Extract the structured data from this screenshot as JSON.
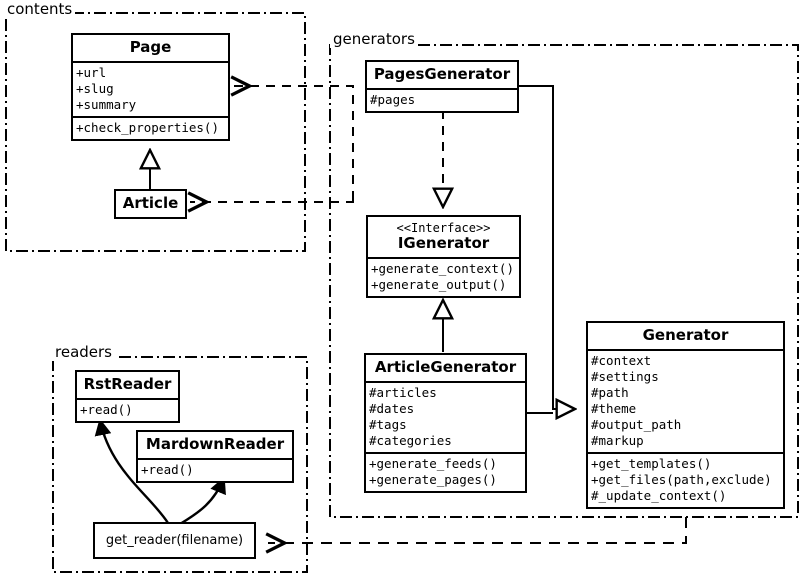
{
  "diagram": {
    "title": "UML class diagram",
    "packages": [
      {
        "id": "contents",
        "label": "contents"
      },
      {
        "id": "generators",
        "label": "generators"
      },
      {
        "id": "readers",
        "label": "readers"
      }
    ],
    "classes": [
      {
        "id": "page",
        "name": "Page",
        "stereotype": "",
        "attributes": [
          "+url",
          "+slug",
          "+summary"
        ],
        "methods": [
          "+check_properties()"
        ]
      },
      {
        "id": "article",
        "name": "Article",
        "stereotype": "",
        "attributes": [],
        "methods": []
      },
      {
        "id": "pages_generator",
        "name": "PagesGenerator",
        "stereotype": "",
        "attributes": [
          "#pages"
        ],
        "methods": []
      },
      {
        "id": "igenerator",
        "name": "IGenerator",
        "stereotype": "<<Interface>>",
        "attributes": [],
        "methods": [
          "+generate_context()",
          "+generate_output()"
        ]
      },
      {
        "id": "article_generator",
        "name": "ArticleGenerator",
        "stereotype": "",
        "attributes": [
          "#articles",
          "#dates",
          "#tags",
          "#categories"
        ],
        "methods": [
          "+generate_feeds()",
          "+generate_pages()"
        ]
      },
      {
        "id": "generator",
        "name": "Generator",
        "stereotype": "",
        "attributes": [
          "#context",
          "#settings",
          "#path",
          "#theme",
          "#output_path",
          "#markup"
        ],
        "methods": [
          "+get_templates()",
          "+get_files(path,exclude)",
          "#_update_context()"
        ]
      },
      {
        "id": "rst_reader",
        "name": "RstReader",
        "stereotype": "",
        "attributes": [],
        "methods": [
          "+read()"
        ]
      },
      {
        "id": "mardown_reader",
        "name": "MardownReader",
        "stereotype": "",
        "attributes": [],
        "methods": [
          "+read()"
        ]
      }
    ],
    "functions": [
      {
        "id": "get_reader",
        "name": "get_reader(filename)"
      }
    ],
    "relationships": [
      {
        "from": "article",
        "to": "page",
        "type": "generalization"
      },
      {
        "from": "pages_generator",
        "to": "igenerator",
        "type": "realization"
      },
      {
        "from": "article_generator",
        "to": "igenerator",
        "type": "generalization"
      },
      {
        "from": "pages_generator",
        "to": "generator",
        "type": "generalization"
      },
      {
        "from": "article_generator",
        "to": "generator",
        "type": "generalization"
      },
      {
        "from": "pages_generator",
        "to": "page",
        "type": "dependency"
      },
      {
        "from": "article_generator",
        "to": "article",
        "type": "dependency"
      },
      {
        "from": "generator",
        "to": "get_reader",
        "type": "dependency"
      },
      {
        "from": "get_reader",
        "to": "rst_reader",
        "type": "returns"
      },
      {
        "from": "get_reader",
        "to": "mardown_reader",
        "type": "returns"
      }
    ],
    "colors": {
      "stroke": "#000000",
      "fill": "#ffffff"
    }
  }
}
